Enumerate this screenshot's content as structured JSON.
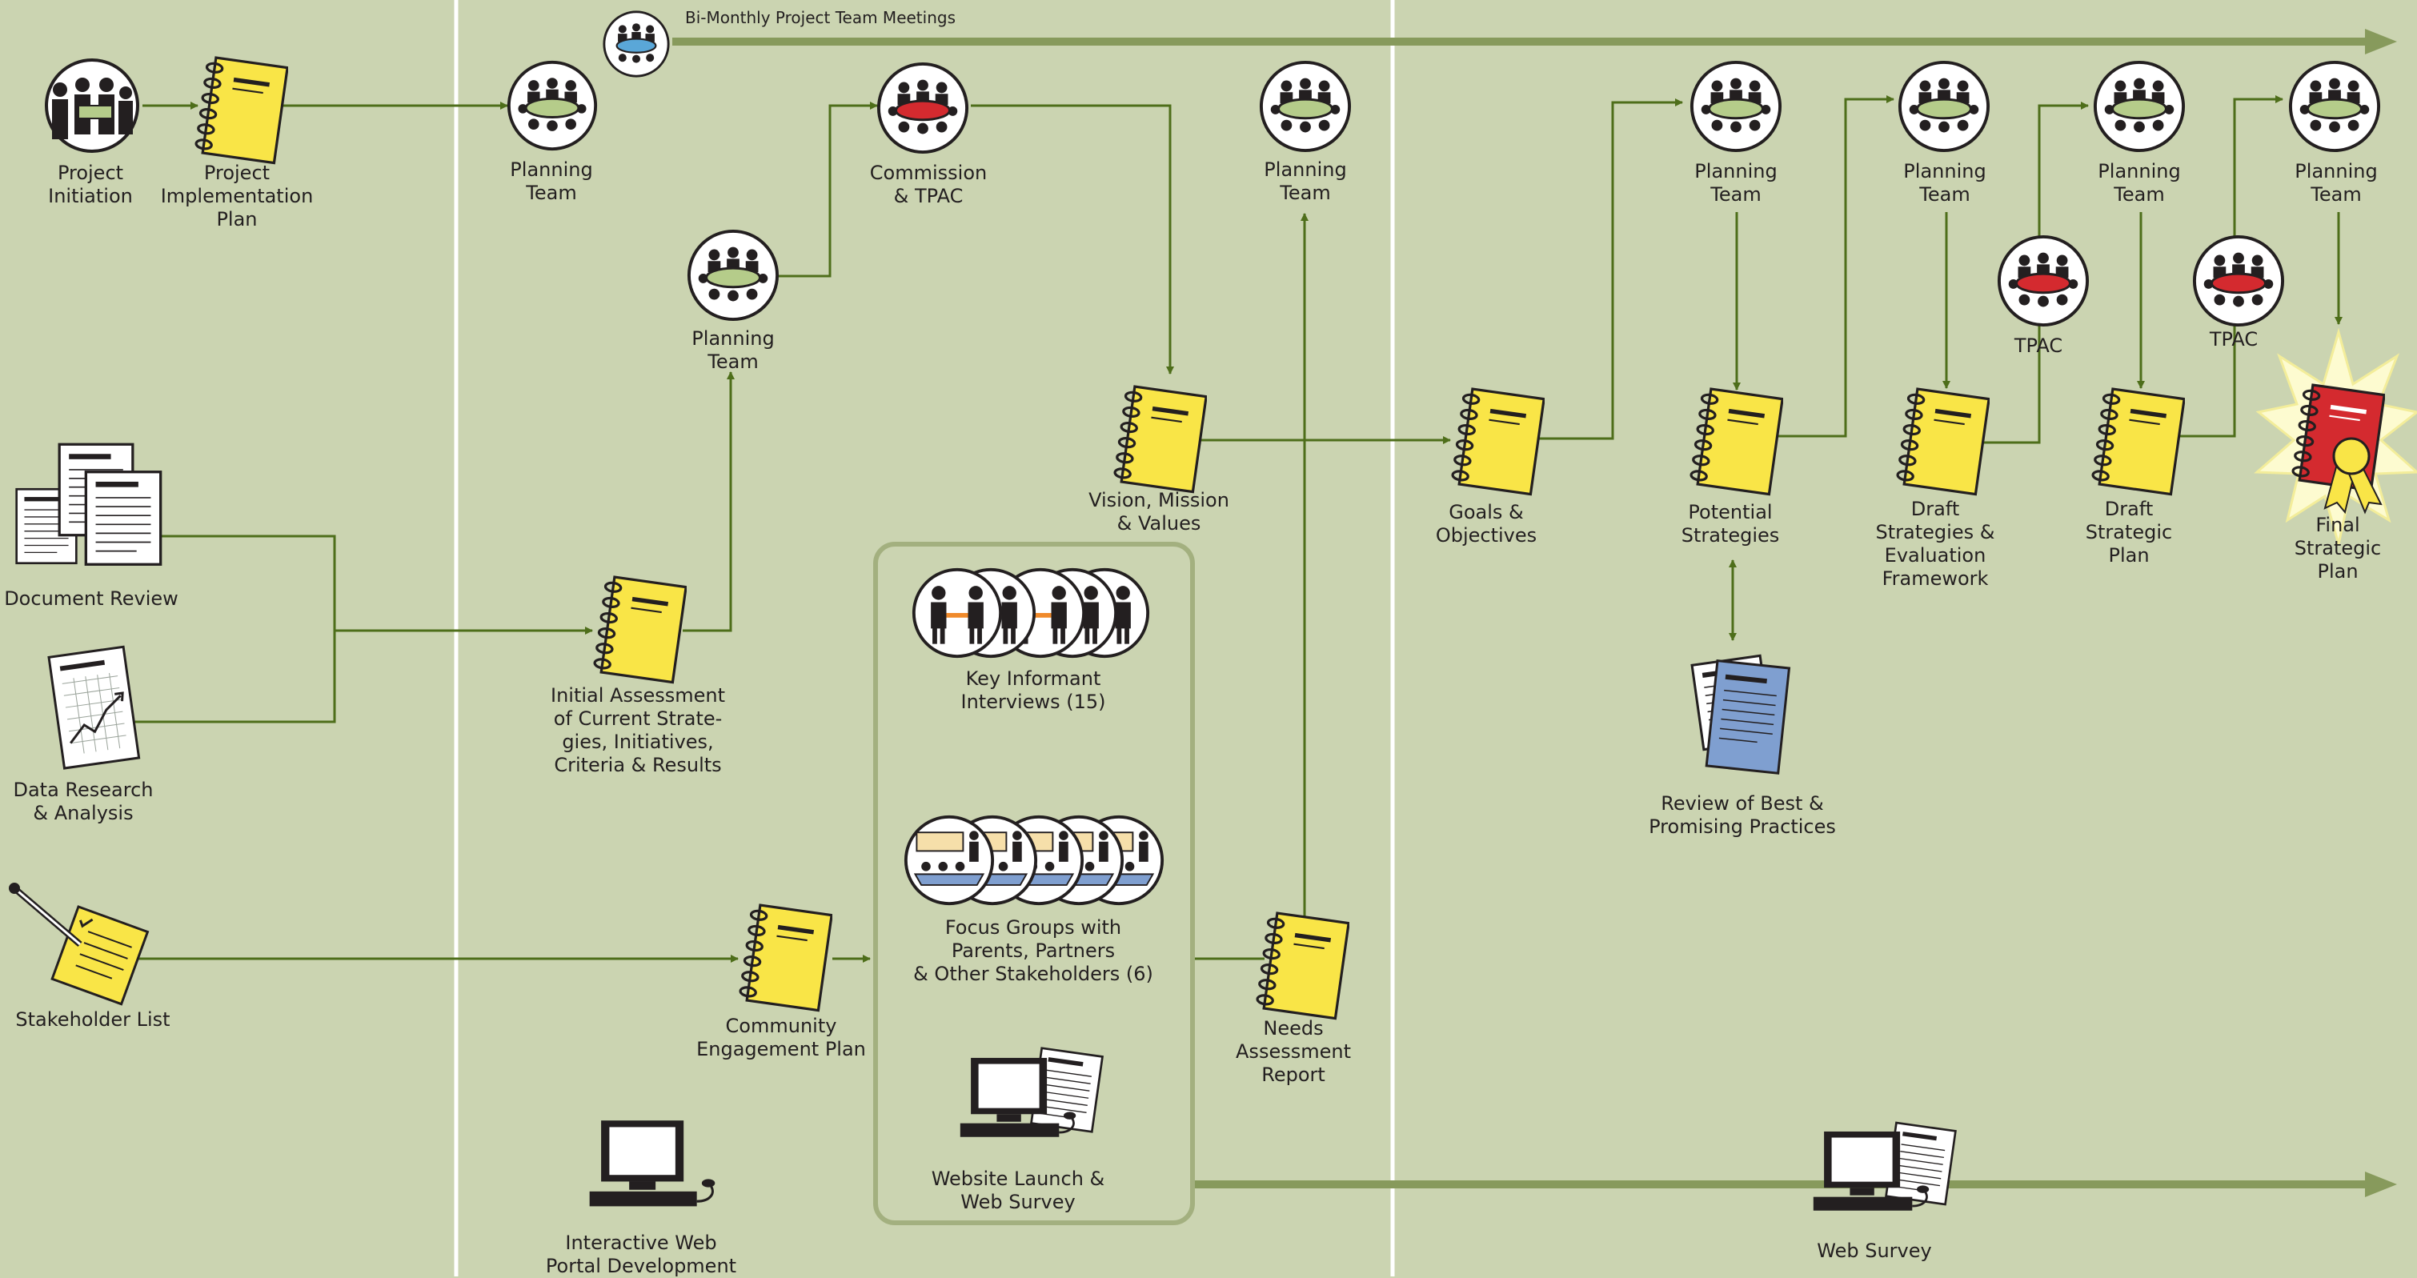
{
  "meetings_banner": "Bi-Monthly Project Team Meetings",
  "labels": {
    "project_initiation": "Project\nInitiation",
    "implementation_plan": "Project\nImplementation\nPlan",
    "planning_team_1": "Planning\nTeam",
    "commission_tpac": "Commission\n& TPAC",
    "planning_team_2": "Planning\nTeam",
    "planning_team_3": "Planning\nTeam",
    "vision_mission": "Vision, Mission\n& Values",
    "goals_objectives": "Goals &\nObjectives",
    "planning_team_4": "Planning\nTeam",
    "potential_strategies": "Potential\nStrategies",
    "planning_team_5": "Planning\nTeam",
    "draft_strategies": "Draft\nStrategies &\nEvaluation\nFramework",
    "tpac_1": "TPAC",
    "planning_team_6": "Planning\nTeam",
    "draft_plan": "Draft\nStrategic\nPlan",
    "tpac_2": "TPAC",
    "planning_team_7": "Planning\nTeam",
    "final_plan": "Final\nStrategic\nPlan",
    "document_review": "Document Review",
    "data_research": "Data Research\n& Analysis",
    "initial_assessment": "Initial Assessment\nof Current Strate-\ngies, Initiatives,\nCriteria & Results",
    "key_informant": "Key Informant\nInterviews (15)",
    "focus_groups": "Focus Groups with\nParents, Partners\n& Other Stakeholders (6)",
    "stakeholder_list": "Stakeholder List",
    "community_plan": "Community\nEngagement Plan",
    "needs_report": "Needs\nAssessment\nReport",
    "website_launch": "Website Launch &\nWeb Survey",
    "review_best": "Review of Best &\nPromising Practices",
    "web_portal": "Interactive Web\nPortal Development",
    "web_survey": "Web Survey"
  },
  "colors": {
    "background": "#cbd4b1",
    "arrow": "#4e6e1a",
    "thick_arrow": "#879a5c",
    "notebook": "#f9e547",
    "final_plan": "#d42a2f",
    "table_green": "#b5cc8a",
    "table_red": "#d42a2f",
    "table_blue": "#5aa7d8",
    "practices_book": "#7f9fd0"
  },
  "icons": {
    "meeting": "conference-table-icon",
    "plan": "spiral-notebook-icon",
    "computer": "computer-icon"
  }
}
